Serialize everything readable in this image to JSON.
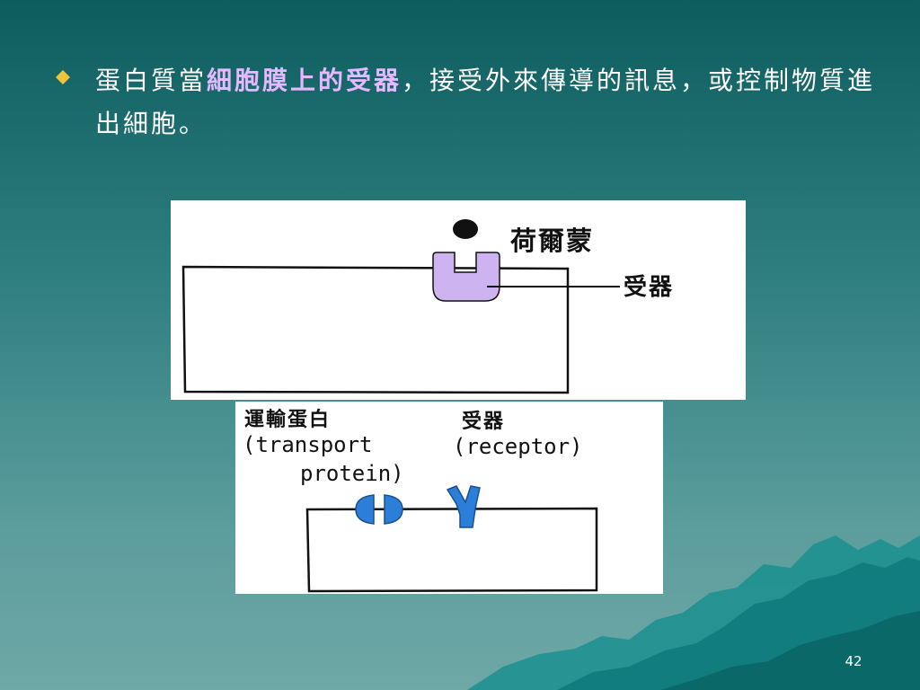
{
  "slide": {
    "bullet": {
      "prefix": "蛋白質當",
      "highlight": "細胞膜上的受器",
      "suffix": "，接受外來傳導的訊息，或控制物質進出細胞。",
      "highlight_color": "#e6b8ff",
      "icon": "diamond-bullet-icon",
      "icon_color": "#f0c43a"
    },
    "figure_top": {
      "hormone_label": "荷爾蒙",
      "receptor_label": "受器",
      "receptor_color": "#cdb3ef"
    },
    "figure_bottom": {
      "transport_label_cn": "運輸蛋白",
      "transport_label_en1": "(transport",
      "transport_label_en2": "protein)",
      "receptor_label_cn": "受器",
      "receptor_label_en": "(receptor)",
      "protein_color": "#2b7fd8"
    },
    "page_number": "42"
  }
}
